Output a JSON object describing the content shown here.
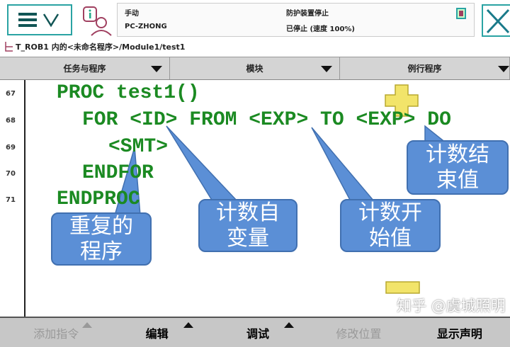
{
  "header": {
    "mode": "手动",
    "controller": "PC-ZHONG",
    "safety_status": "防护装置停止",
    "run_status": "已停止 (速度 100%)"
  },
  "path": "T_ROB1 内的<未命名程序>/Module1/test1",
  "tabs": [
    {
      "label": "任务与程序"
    },
    {
      "label": "模块"
    },
    {
      "label": "例行程序"
    }
  ],
  "code": {
    "line_numbers": [
      "67",
      "68",
      "69",
      "70",
      "71"
    ],
    "lines": [
      "PROC test1()",
      "FOR <ID> FROM <EXP> TO <EXP> DO",
      "<SMT>",
      "ENDFOR",
      "ENDPROC"
    ]
  },
  "callouts": {
    "end_value": "计数结束值",
    "counter": "计数自变量",
    "start_value": "计数开始值",
    "repeated": "重复的程序"
  },
  "toolbar": [
    {
      "label": "添加指令",
      "enabled": false
    },
    {
      "label": "编辑",
      "enabled": true
    },
    {
      "label": "调试",
      "enabled": true
    },
    {
      "label": "修改位置",
      "enabled": false
    },
    {
      "label": "显示声明",
      "enabled": true
    }
  ],
  "watermark": "知乎 @虞城照明",
  "colors": {
    "accent": "#2aa3a3",
    "code": "#1b8a22",
    "callout": "#5b8fd6",
    "zoom_marker": "#f2e46a"
  }
}
